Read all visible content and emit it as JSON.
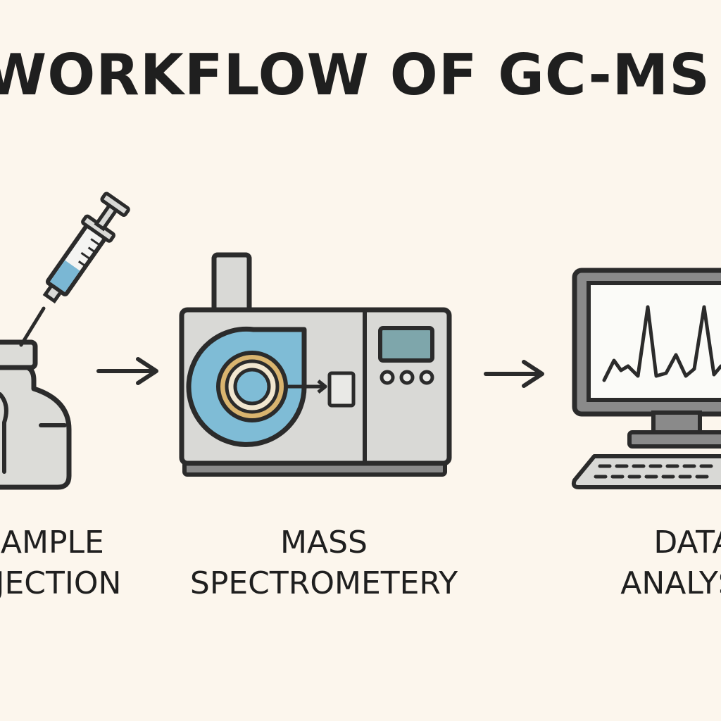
{
  "title": "WORKFLOW OF GC-MS ANALYSIS",
  "steps": [
    {
      "id": "sample-injection",
      "line1": "SAMPLE",
      "line2": "INJECTION",
      "icon": "syringe-vial-icon"
    },
    {
      "id": "mass-spectrometry",
      "line1": "MASS",
      "line2": "SPECTROMETERY",
      "icon": "mass-spectrometer-icon"
    },
    {
      "id": "data-analysis",
      "line1": "DATA",
      "line2": "ANALYSIS",
      "icon": "computer-monitor-icon"
    }
  ],
  "connectors": [
    "arrow-right-icon",
    "arrow-right-icon"
  ],
  "colors": {
    "background": "#fcf6ed",
    "outline": "#2b2b2b",
    "device_gray": "#d9d9d6",
    "screen_gray": "#8a8a8a",
    "ion_blue": "#7fbcd6",
    "coil_gold": "#d9b46f",
    "display_teal": "#7ea6ab",
    "liquid_blue": "#7ab7d4"
  }
}
